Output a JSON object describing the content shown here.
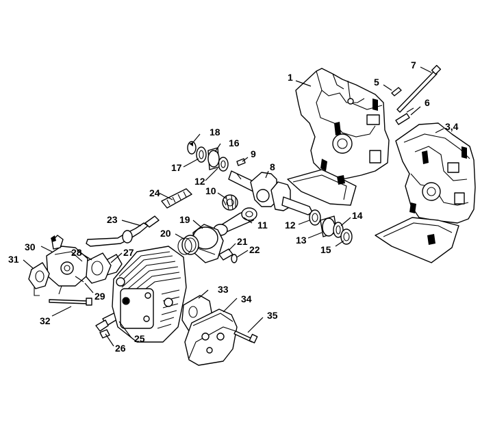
{
  "callouts": {
    "c1": "1",
    "c3_4": "3,4",
    "c5": "5",
    "c6": "6",
    "c7": "7",
    "c8": "8",
    "c9": "9",
    "c10": "10",
    "c11": "11",
    "c12a": "12",
    "c12b": "12",
    "c13": "13",
    "c14": "14",
    "c15": "15",
    "c16": "16",
    "c17": "17",
    "c18": "18",
    "c19": "19",
    "c20": "20",
    "c21": "21",
    "c22": "22",
    "c23": "23",
    "c24": "24",
    "c25": "25",
    "c26": "26",
    "c27": "27",
    "c28": "28",
    "c29": "29",
    "c30": "30",
    "c31": "31",
    "c32": "32",
    "c33": "33",
    "c34": "34",
    "c35": "35"
  }
}
